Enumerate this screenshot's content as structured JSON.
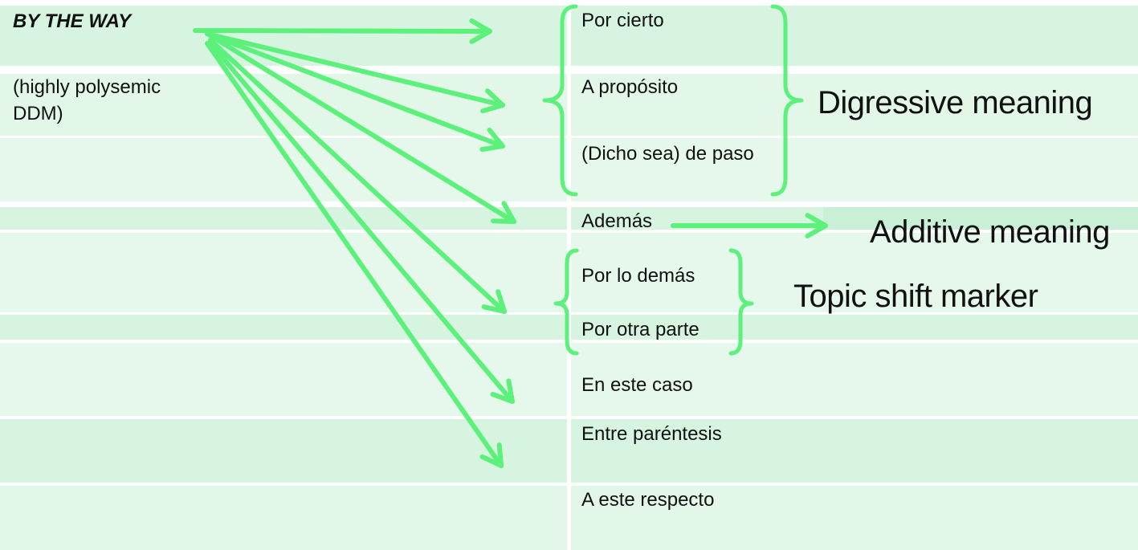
{
  "source": {
    "heading": "BY THE WAY",
    "subtitle_line1": "(highly polysemic",
    "subtitle_line2": "DDM)"
  },
  "translations": [
    "Por cierto",
    "A propósito",
    "(Dicho sea) de paso",
    "Además",
    "Por lo demás",
    "Por otra parte",
    "En este caso",
    "Entre paréntesis",
    "A este respecto"
  ],
  "groups": {
    "digressive": "Digressive meaning",
    "additive": "Additive meaning",
    "topic_shift": "Topic shift marker"
  },
  "colors": {
    "arrow": "#5cf17a",
    "row_light": "#e3f7e9",
    "row_mid": "#d7f4e0",
    "row_band": "#c9f0d6"
  }
}
